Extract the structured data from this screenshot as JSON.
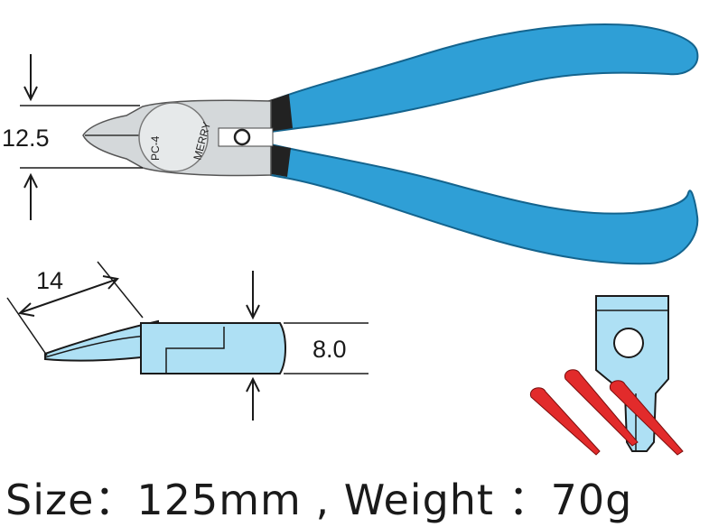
{
  "dimensions": {
    "jaw_height": "12.5",
    "blade_length": "14",
    "head_thickness": "8.0"
  },
  "tool": {
    "model": "PC-4",
    "brand": "MERRY"
  },
  "caption": {
    "text": "Size：125mm , Weight ：70g"
  },
  "colors": {
    "handle": "#2f9fd6",
    "metal": "#d4d8da",
    "head_fill": "#aee0f4",
    "wire": "#e22b2b",
    "line": "#1a1a1a"
  }
}
